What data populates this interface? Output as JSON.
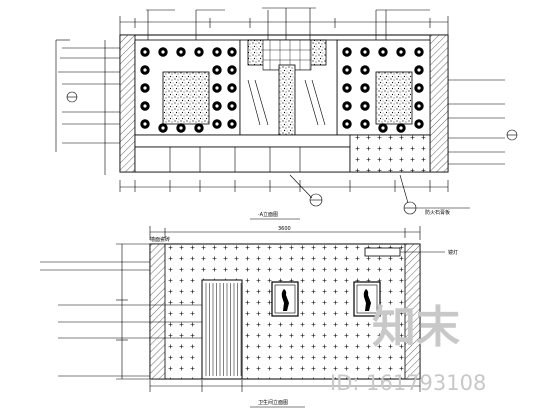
{
  "top_elevation": {
    "title_label": "·A立面图",
    "callout_left": "≡",
    "callout_right": "≡",
    "note_bottom": "防火石膏板"
  },
  "bottom_elevation": {
    "title_label": "卫生间立面图",
    "dim_top": "3600",
    "note_right": "镜灯",
    "note_top_left": "墙面瓷砖"
  },
  "watermark": {
    "brand_text": "知末",
    "id_text": "ID: 161793108"
  }
}
